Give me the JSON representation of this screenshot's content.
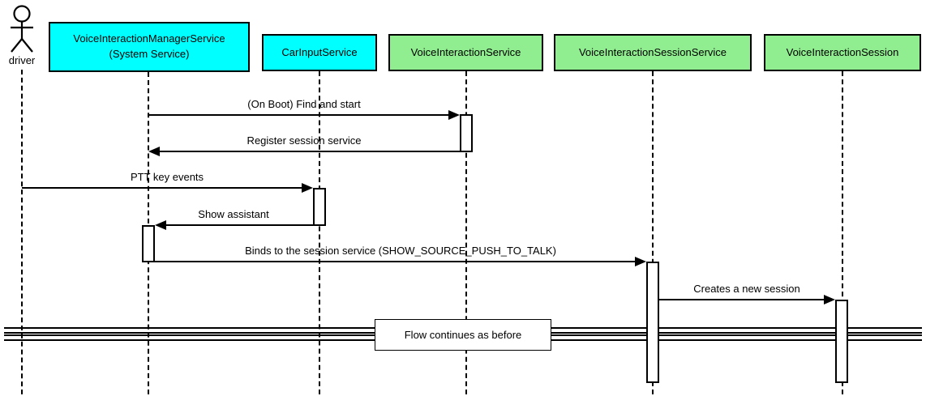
{
  "actor": {
    "label": "driver"
  },
  "participants": [
    {
      "id": "voice-interaction-manager-service",
      "line1": "VoiceInteractionManagerService",
      "line2": "(System Service)",
      "color": "#00FFFF"
    },
    {
      "id": "car-input-service",
      "line1": "CarInputService",
      "line2": "",
      "color": "#00FFFF"
    },
    {
      "id": "voice-interaction-service",
      "line1": "VoiceInteractionService",
      "line2": "",
      "color": "#90EE90"
    },
    {
      "id": "voice-interaction-session-service",
      "line1": "VoiceInteractionSessionService",
      "line2": "",
      "color": "#90EE90"
    },
    {
      "id": "voice-interaction-session",
      "line1": "VoiceInteractionSession",
      "line2": "",
      "color": "#90EE90"
    }
  ],
  "messages": [
    {
      "label": "(On Boot) Find and start",
      "from": "VoiceInteractionManagerService",
      "to": "VoiceInteractionService",
      "direction": "right"
    },
    {
      "label": "Register session service",
      "from": "VoiceInteractionService",
      "to": "VoiceInteractionManagerService",
      "direction": "left"
    },
    {
      "label": "PTT key events",
      "from": "driver",
      "to": "CarInputService",
      "direction": "right"
    },
    {
      "label": "Show assistant",
      "from": "CarInputService",
      "to": "VoiceInteractionManagerService",
      "direction": "left"
    },
    {
      "label": "Binds to the session service (SHOW_SOURCE_PUSH_TO_TALK)",
      "from": "VoiceInteractionManagerService",
      "to": "VoiceInteractionSessionService",
      "direction": "right"
    },
    {
      "label": "Creates a new session",
      "from": "VoiceInteractionSessionService",
      "to": "VoiceInteractionSession",
      "direction": "right"
    }
  ],
  "divider": {
    "label": "Flow continues as before"
  },
  "colors": {
    "cyan": "#00FFFF",
    "green": "#90EE90",
    "line": "#000000",
    "background": "#FFFFFF",
    "activation_fill": "#FFFFFF"
  }
}
